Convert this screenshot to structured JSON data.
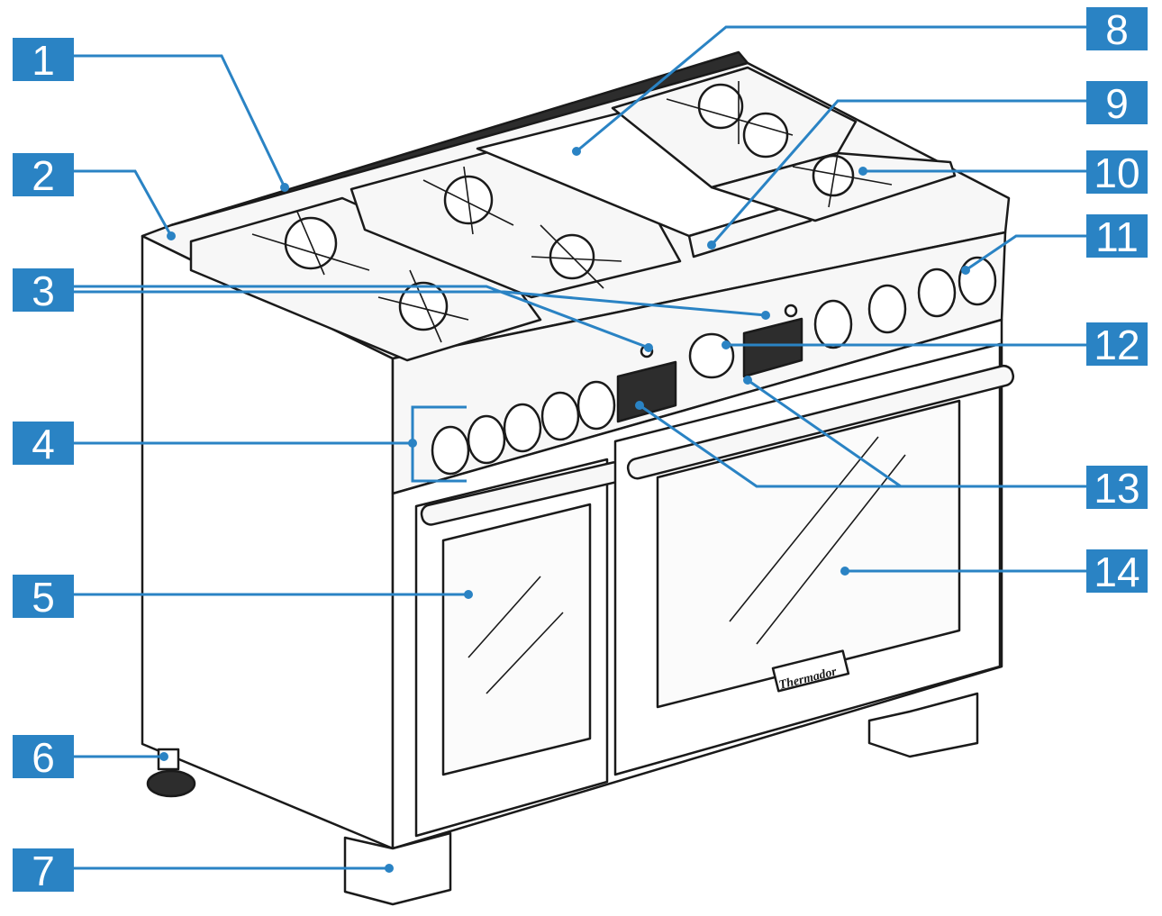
{
  "figure": {
    "brand_plate": "Thermador",
    "callouts": [
      {
        "label": "1"
      },
      {
        "label": "2"
      },
      {
        "label": "3"
      },
      {
        "label": "4"
      },
      {
        "label": "5"
      },
      {
        "label": "6"
      },
      {
        "label": "7"
      },
      {
        "label": "8"
      },
      {
        "label": "9"
      },
      {
        "label": "10"
      },
      {
        "label": "11"
      },
      {
        "label": "12"
      },
      {
        "label": "13"
      },
      {
        "label": "14"
      }
    ]
  },
  "colors": {
    "callout_fill": "#2a83c4",
    "callout_text": "#ffffff",
    "line_art": "#1a1a1a"
  }
}
